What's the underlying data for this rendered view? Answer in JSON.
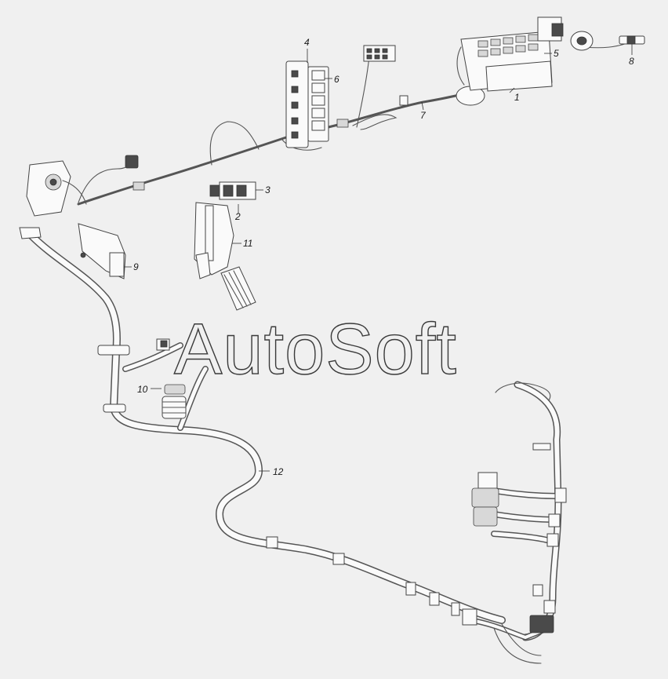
{
  "callouts": {
    "c1": "1",
    "c2": "2",
    "c3": "3",
    "c4": "4",
    "c5": "5",
    "c6": "6",
    "c7": "7",
    "c8": "8",
    "c9": "9",
    "c10": "10",
    "c11": "11",
    "c12": "12"
  },
  "watermark": "AutoSoft",
  "colors": {
    "background": "#f0f0f0",
    "line": "#555555",
    "part_fill": "#fafafa"
  }
}
